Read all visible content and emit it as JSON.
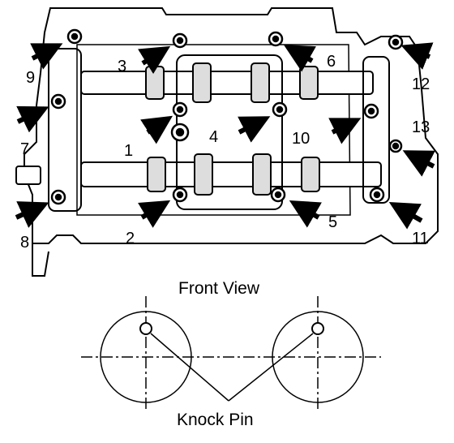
{
  "bolt_labels": [
    "1",
    "2",
    "3",
    "4",
    "5",
    "6",
    "7",
    "8",
    "9",
    "10",
    "11",
    "12",
    "13"
  ],
  "front_view": {
    "title": "Front View",
    "pin_label": "Knock Pin"
  }
}
